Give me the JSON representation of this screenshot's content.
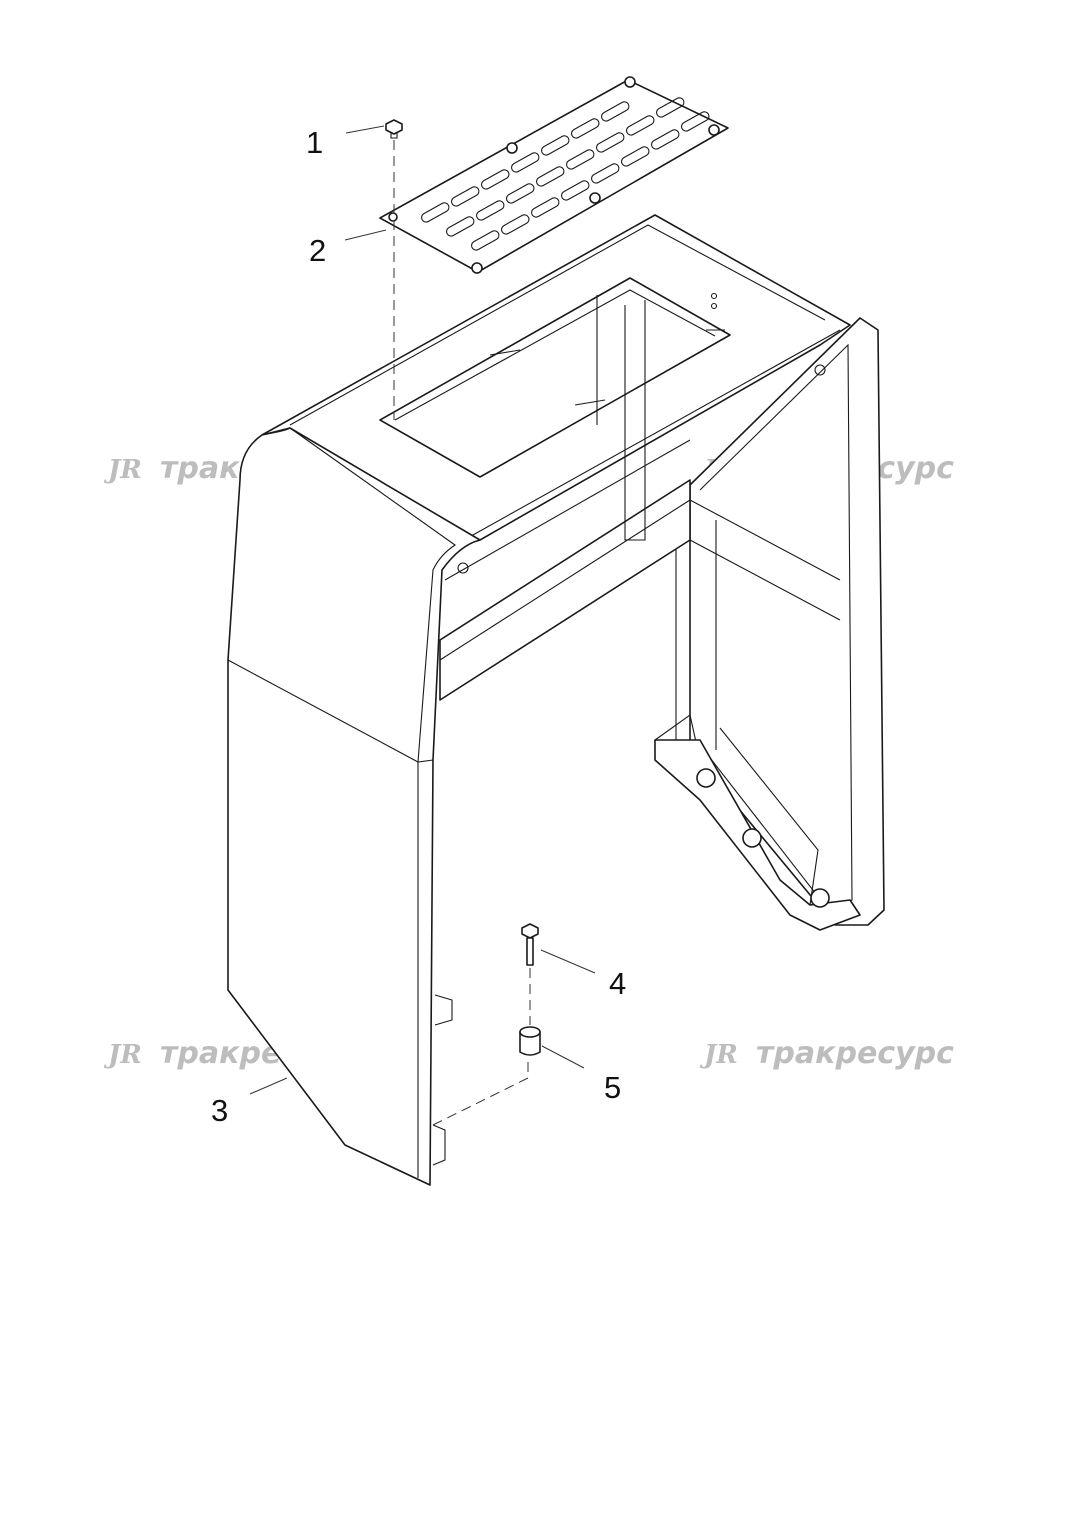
{
  "callouts": [
    {
      "id": "1",
      "label": "1"
    },
    {
      "id": "2",
      "label": "2"
    },
    {
      "id": "3",
      "label": "3"
    },
    {
      "id": "4",
      "label": "4"
    },
    {
      "id": "5",
      "label": "5"
    }
  ],
  "watermark": {
    "logo": "JR",
    "text": "тракресурс",
    "color": "#bdbdbd"
  },
  "colors": {
    "line": "#1a1a1a",
    "background": "#ffffff"
  }
}
